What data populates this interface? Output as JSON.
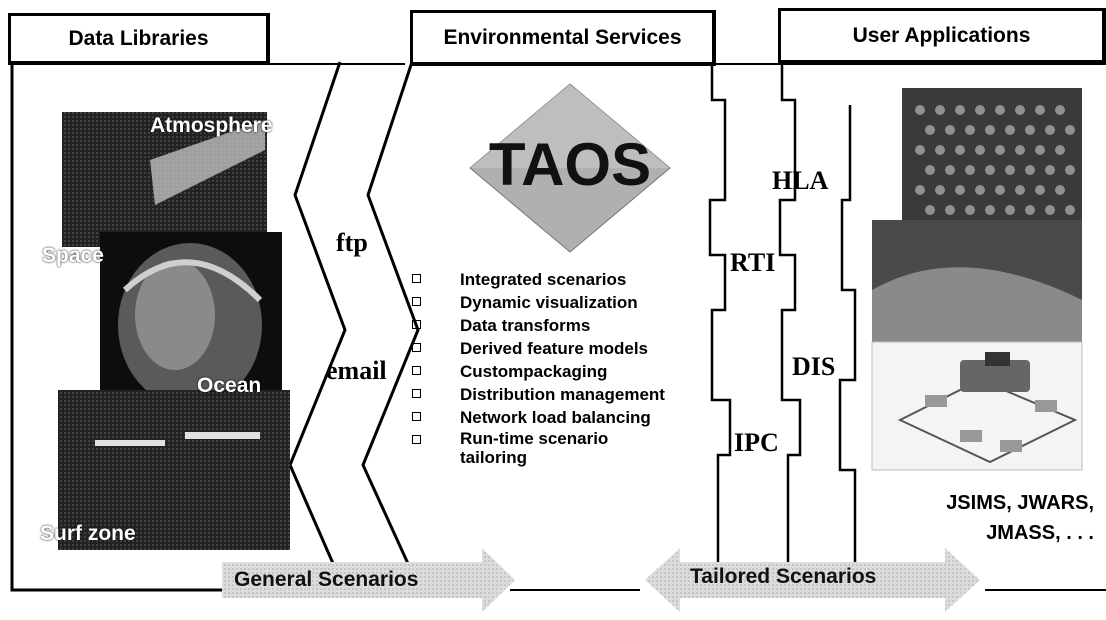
{
  "headers": {
    "data_libraries": "Data Libraries",
    "environmental_services": "Environmental Services",
    "user_applications": "User Applications"
  },
  "data_library_labels": {
    "atmosphere": "Atmosphere",
    "space": "Space",
    "ocean": "Ocean",
    "surf_zone": "Surf zone"
  },
  "transfer_labels": {
    "ftp": "ftp",
    "email": "email"
  },
  "taos_logo": "TAOS",
  "services": [
    "Integrated scenarios",
    "Dynamic visualization",
    "Data transforms",
    "Derived feature models",
    "Custompackaging",
    "Distribution management",
    "Network load balancing",
    "Run-time scenario tailoring"
  ],
  "protocols": {
    "hla": "HLA",
    "rti": "RTI",
    "dis": "DIS",
    "ipc": "IPC"
  },
  "apps_caption": {
    "line1": "JSIMS, JWARS,",
    "line2": "JMASS, . . ."
  },
  "arrows": {
    "general": "General Scenarios",
    "tailored": "Tailored Scenarios"
  },
  "colors": {
    "logo_fill": "#b0b0b0",
    "arrow_fill": "#d9d9d9",
    "photo_dark": "#1a1a1a"
  }
}
